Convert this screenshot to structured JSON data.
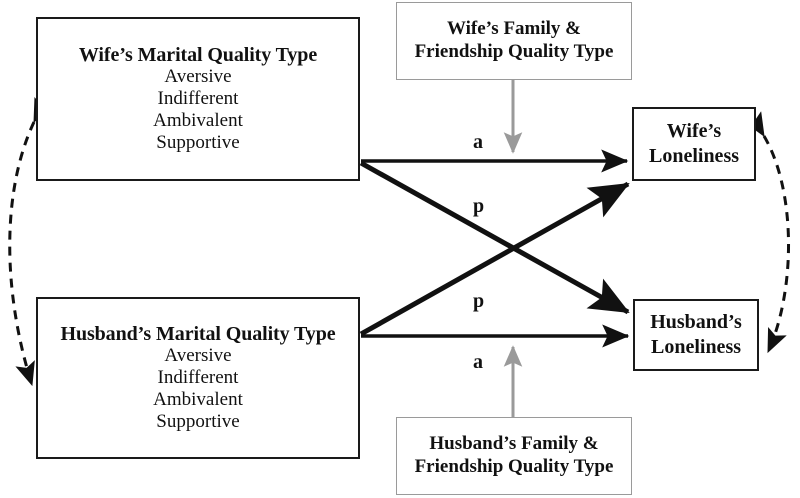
{
  "diagram": {
    "title_present": false,
    "colors": {
      "box_border_dark": "#1a1a1a",
      "box_border_light": "#9a9a9a",
      "arrow_black": "#111111",
      "arrow_gray": "#9a9a9a",
      "background": "#ffffff"
    },
    "boxes": {
      "wife_marital": {
        "title": "Wife’s Marital Quality Type",
        "items": [
          "Aversive",
          "Indifferent",
          "Ambivalent",
          "Supportive"
        ]
      },
      "husband_marital": {
        "title": "Husband’s Marital Quality Type",
        "items": [
          "Aversive",
          "Indifferent",
          "Ambivalent",
          "Supportive"
        ]
      },
      "wife_family": {
        "line1": "Wife’s Family &",
        "line2": "Friendship Quality Type"
      },
      "husband_family": {
        "line1": "Husband’s Family &",
        "line2": "Friendship Quality Type"
      },
      "wife_loneliness": {
        "line1": "Wife’s",
        "line2": "Loneliness"
      },
      "husband_loneliness": {
        "line1": "Husband’s",
        "line2": "Loneliness"
      }
    },
    "path_labels": {
      "actor_wife": "a",
      "partner_wife_to_husband": "p",
      "partner_husband_to_wife": "p",
      "actor_husband": "a"
    }
  }
}
